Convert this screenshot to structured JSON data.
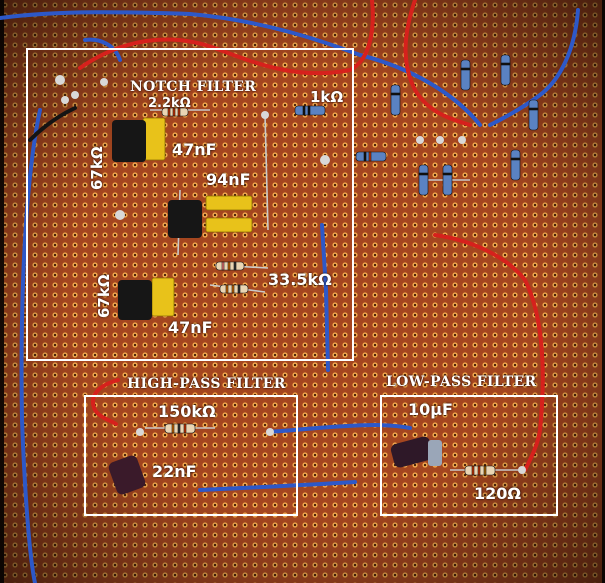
{
  "sections": {
    "notch": "NOTCH FILTER",
    "highpass": "HIGH-PASS FILTER",
    "lowpass": "LOW-PASS FILTER"
  },
  "annotations": {
    "r_top": "2.2kΩ",
    "r_1k": "1kΩ",
    "c_top": "47nF",
    "r_left_top": "67kΩ",
    "c_94": "94nF",
    "r_left_bottom": "67kΩ",
    "r_33": "33.5kΩ",
    "c_bottom": "47nF",
    "r_150": "150kΩ",
    "c_22": "22nF",
    "c_10": "10μF",
    "r_120": "120Ω"
  }
}
